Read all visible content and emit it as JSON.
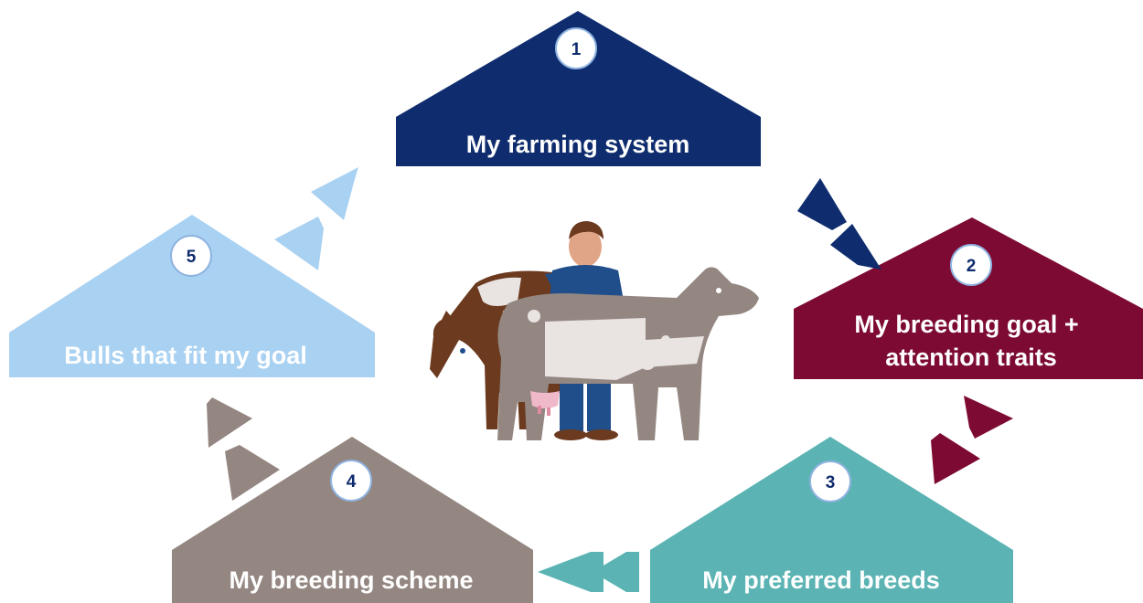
{
  "steps": [
    {
      "number": "1",
      "label_lines": [
        "My farming system"
      ]
    },
    {
      "number": "2",
      "label_lines": [
        "My breeding goal +",
        "attention traits"
      ]
    },
    {
      "number": "3",
      "label_lines": [
        "My preferred breeds"
      ]
    },
    {
      "number": "4",
      "label_lines": [
        "My breeding scheme"
      ]
    },
    {
      "number": "5",
      "label_lines": [
        "Bulls that fit my goal"
      ]
    }
  ],
  "colors": {
    "step1": "#0f2d6e",
    "step2": "#7d0a33",
    "step3": "#5bb3b3",
    "step4": "#948782",
    "step5": "#a9d1f2",
    "number_text": "#0f2b6e",
    "circle_border": "#8fb3e0"
  },
  "illustration": "farmer-with-two-cows-illustration"
}
